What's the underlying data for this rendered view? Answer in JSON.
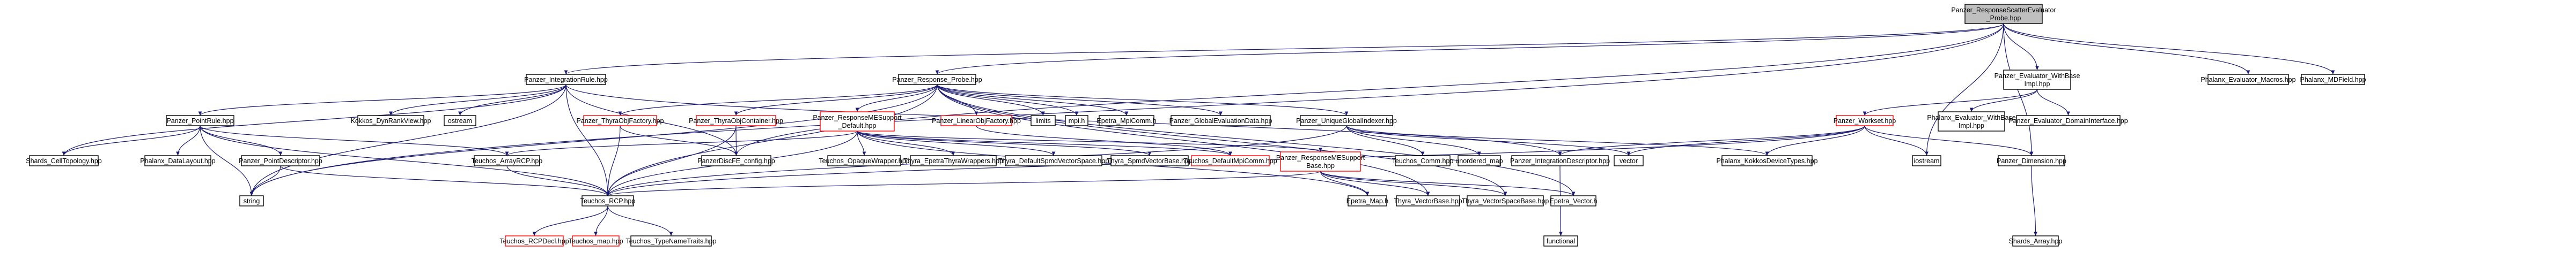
{
  "graph": {
    "colors": {
      "background": "#ffffff",
      "edge": "#191970",
      "node_border_normal": "#000000",
      "node_border_missing": "#ff0000",
      "node_fill_normal": "#ffffff",
      "node_fill_root": "#bfbfbf"
    },
    "nodes": [
      {
        "id": "root",
        "lines": [
          "Panzer_ResponseScatterEvaluator",
          "_Probe.hpp"
        ],
        "style": "root"
      },
      {
        "id": "intrule",
        "lines": [
          "Panzer_IntegrationRule.hpp"
        ],
        "style": "normal"
      },
      {
        "id": "probe",
        "lines": [
          "Panzer_Response_Probe.hpp"
        ],
        "style": "normal"
      },
      {
        "id": "evalwb",
        "lines": [
          "Panzer_Evaluator_WithBase",
          "Impl.hpp"
        ],
        "style": "normal"
      },
      {
        "id": "macros",
        "lines": [
          "Phalanx_Evaluator_Macros.hpp"
        ],
        "style": "normal"
      },
      {
        "id": "mdfield",
        "lines": [
          "Phalanx_MDField.hpp"
        ],
        "style": "normal"
      },
      {
        "id": "pointrule",
        "lines": [
          "Panzer_PointRule.hpp"
        ],
        "style": "normal"
      },
      {
        "id": "kokkosdrv",
        "lines": [
          "Kokkos_DynRankView.hpp"
        ],
        "style": "normal"
      },
      {
        "id": "ostream1",
        "lines": [
          "ostream"
        ],
        "style": "normal"
      },
      {
        "id": "thyraobjfac",
        "lines": [
          "Panzer_ThyraObjFactory.hpp"
        ],
        "style": "missing"
      },
      {
        "id": "thyraobjcont",
        "lines": [
          "Panzer_ThyraObjContainer.hpp"
        ],
        "style": "missing"
      },
      {
        "id": "respmesupdef",
        "lines": [
          "Panzer_ResponseMESupport",
          "_Default.hpp"
        ],
        "style": "missing"
      },
      {
        "id": "linobjfac",
        "lines": [
          "Panzer_LinearObjFactory.hpp"
        ],
        "style": "missing"
      },
      {
        "id": "limits",
        "lines": [
          "limits"
        ],
        "style": "normal"
      },
      {
        "id": "mpih",
        "lines": [
          "mpi.h"
        ],
        "style": "normal"
      },
      {
        "id": "epetrampicomm",
        "lines": [
          "Epetra_MpiComm.h"
        ],
        "style": "normal"
      },
      {
        "id": "globalevaldata",
        "lines": [
          "Panzer_GlobalEvaluationData.hpp"
        ],
        "style": "normal"
      },
      {
        "id": "uniqueglobal",
        "lines": [
          "Panzer_UniqueGlobalIndexer.hpp"
        ],
        "style": "normal"
      },
      {
        "id": "phxevalwb",
        "lines": [
          "Phalanx_Evaluator_WithBase",
          "Impl.hpp"
        ],
        "style": "normal"
      },
      {
        "id": "evaldomain",
        "lines": [
          "Panzer_Evaluator_DomainInterface.hpp"
        ],
        "style": "normal"
      },
      {
        "id": "workset",
        "lines": [
          "Panzer_Workset.hpp"
        ],
        "style": "missing"
      },
      {
        "id": "shardscell",
        "lines": [
          "Shards_CellTopology.hpp"
        ],
        "style": "normal"
      },
      {
        "id": "phxdatalayout",
        "lines": [
          "Phalanx_DataLayout.hpp"
        ],
        "style": "normal"
      },
      {
        "id": "pointdesc",
        "lines": [
          "Panzer_PointDescriptor.hpp"
        ],
        "style": "normal"
      },
      {
        "id": "arrayrcp",
        "lines": [
          "Teuchos_ArrayRCP.hpp"
        ],
        "style": "normal"
      },
      {
        "id": "panzerconfig",
        "lines": [
          "PanzerDiscFE_config.hpp"
        ],
        "style": "normal"
      },
      {
        "id": "opaquewrapper",
        "lines": [
          "Teuchos_OpaqueWrapper.hpp"
        ],
        "style": "normal"
      },
      {
        "id": "thyraepetrawrap",
        "lines": [
          "Thyra_EpetraThyraWrappers.hpp"
        ],
        "style": "normal"
      },
      {
        "id": "thyradefspmd",
        "lines": [
          "Thyra_DefaultSpmdVectorSpace.hpp"
        ],
        "style": "normal"
      },
      {
        "id": "thyraspmdvecbase",
        "lines": [
          "Thyra_SpmdVectorBase.hpp"
        ],
        "style": "normal"
      },
      {
        "id": "defaultmpicomm",
        "lines": [
          "Teuchos_DefaultMpiComm.hpp"
        ],
        "style": "missing"
      },
      {
        "id": "respmesupbase",
        "lines": [
          "Panzer_ResponseMESupport",
          "Base.hpp"
        ],
        "style": "missing"
      },
      {
        "id": "teuchoscomm",
        "lines": [
          "Teuchos_Comm.hpp"
        ],
        "style": "normal"
      },
      {
        "id": "unorderedmap",
        "lines": [
          "unordered_map"
        ],
        "style": "normal"
      },
      {
        "id": "integdesc",
        "lines": [
          "Panzer_IntegrationDescriptor.hpp"
        ],
        "style": "normal"
      },
      {
        "id": "vector",
        "lines": [
          "vector"
        ],
        "style": "normal"
      },
      {
        "id": "kokkosdevtypes",
        "lines": [
          "Phalanx_KokkosDeviceTypes.hpp"
        ],
        "style": "normal"
      },
      {
        "id": "iostream",
        "lines": [
          "iostream"
        ],
        "style": "normal"
      },
      {
        "id": "dimension",
        "lines": [
          "Panzer_Dimension.hpp"
        ],
        "style": "normal"
      },
      {
        "id": "string",
        "lines": [
          "string"
        ],
        "style": "normal"
      },
      {
        "id": "teuchosrcp",
        "lines": [
          "Teuchos_RCP.hpp"
        ],
        "style": "normal"
      },
      {
        "id": "epetramap",
        "lines": [
          "Epetra_Map.h"
        ],
        "style": "normal"
      },
      {
        "id": "thyravecbase",
        "lines": [
          "Thyra_VectorBase.hpp"
        ],
        "style": "normal"
      },
      {
        "id": "thyravecspbase",
        "lines": [
          "Thyra_VectorSpaceBase.hpp"
        ],
        "style": "normal"
      },
      {
        "id": "epetravector",
        "lines": [
          "Epetra_Vector.h"
        ],
        "style": "normal"
      },
      {
        "id": "functional",
        "lines": [
          "functional"
        ],
        "style": "normal"
      },
      {
        "id": "shardsarray",
        "lines": [
          "Shards_Array.hpp"
        ],
        "style": "normal"
      },
      {
        "id": "rcpdecl",
        "lines": [
          "Teuchos_RCPDecl.hpp"
        ],
        "style": "missing"
      },
      {
        "id": "teuchosmap",
        "lines": [
          "Teuchos_map.hpp"
        ],
        "style": "missing"
      },
      {
        "id": "typenametraits",
        "lines": [
          "Teuchos_TypeNameTraits.hpp"
        ],
        "style": "normal"
      }
    ]
  }
}
